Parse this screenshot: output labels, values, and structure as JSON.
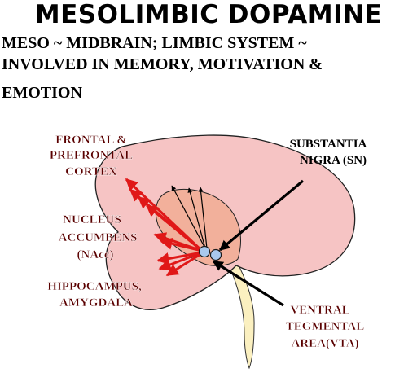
{
  "title": "MESOLIMBIC DOPAMINE",
  "subtitle_lines": [
    "MESO ~ MIDBRAIN; LIMBIC SYSTEM ~",
    "INVOLVED IN MEMORY, MOTIVATION &",
    "EMOTION"
  ],
  "labels": {
    "frontal": [
      "FRONTAL &",
      "PREFRONTAL",
      "CORTEX"
    ],
    "nacc": [
      "NUCLEUS",
      "ACCUMBENS",
      "(NAcc)"
    ],
    "hippocampus": [
      "HIPPOCAMPUS,",
      "AMYGDALA"
    ],
    "sn": [
      "SUBSTANTIA",
      "NIGRA (SN)"
    ],
    "vta": [
      "VENTRAL",
      "TEGMENTAL",
      "AREA(VTA)"
    ]
  },
  "colors": {
    "brain_fill": "#f6c4c4",
    "inner_fill": "#f2b09b",
    "stem_fill": "#fbf0c0",
    "nucleus_fill": "#a9c8ee",
    "pathway_red": "#e01818",
    "label_red": "#5a0000"
  }
}
